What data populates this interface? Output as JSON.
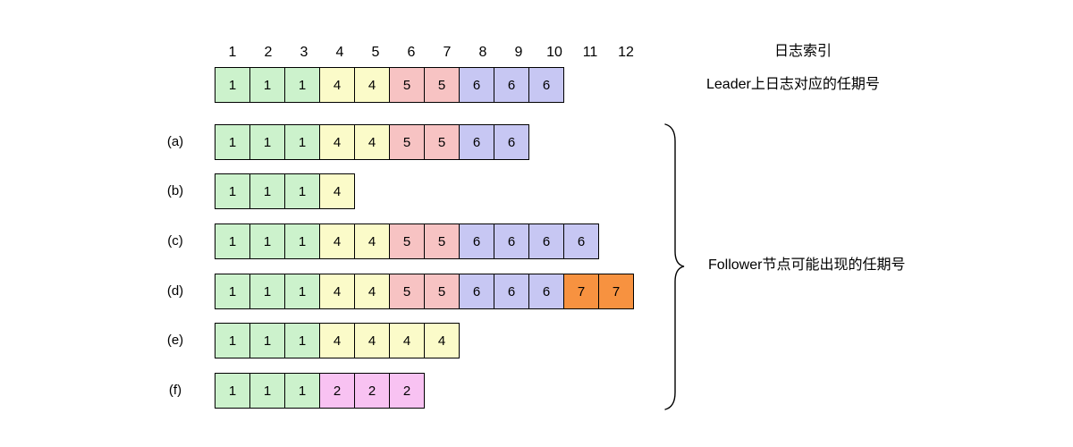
{
  "captions": {
    "index_caption": "日志索引",
    "leader_caption": "Leader上日志对应的任期号",
    "follower_caption": "Follower节点可能出现的任期号"
  },
  "index_labels": [
    "1",
    "2",
    "3",
    "4",
    "5",
    "6",
    "7",
    "8",
    "9",
    "10",
    "11",
    "12"
  ],
  "term_colors": {
    "1": "#ccf2cc",
    "2": "#f8c2f2",
    "4": "#fbfbc9",
    "5": "#f7c3c3",
    "6": "#c7c7f3",
    "7": "#f79240"
  },
  "leader_row": {
    "cells": [
      "1",
      "1",
      "1",
      "4",
      "4",
      "5",
      "5",
      "6",
      "6",
      "6"
    ]
  },
  "follower_rows": [
    {
      "label": "(a)",
      "cells": [
        "1",
        "1",
        "1",
        "4",
        "4",
        "5",
        "5",
        "6",
        "6"
      ]
    },
    {
      "label": "(b)",
      "cells": [
        "1",
        "1",
        "1",
        "4"
      ]
    },
    {
      "label": "(c)",
      "cells": [
        "1",
        "1",
        "1",
        "4",
        "4",
        "5",
        "5",
        "6",
        "6",
        "6",
        "6"
      ]
    },
    {
      "label": "(d)",
      "cells": [
        "1",
        "1",
        "1",
        "4",
        "4",
        "5",
        "5",
        "6",
        "6",
        "6",
        "7",
        "7"
      ]
    },
    {
      "label": "(e)",
      "cells": [
        "1",
        "1",
        "1",
        "4",
        "4",
        "4",
        "4"
      ]
    },
    {
      "label": "(f)",
      "cells": [
        "1",
        "1",
        "1",
        "2",
        "2",
        "2"
      ]
    }
  ]
}
